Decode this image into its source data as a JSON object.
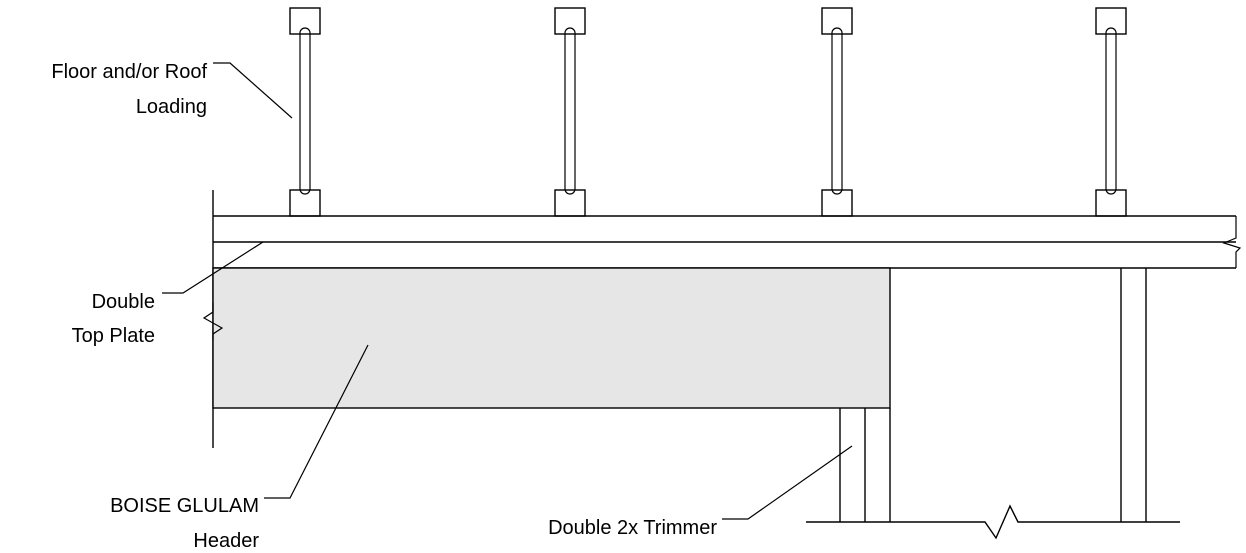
{
  "labels": {
    "loading_line1": "Floor and/or Roof",
    "loading_line2": "Loading",
    "plate_line1": "Double",
    "plate_line2": "Top Plate",
    "header_line1": "BOISE GLULAM",
    "header_line2": "Header",
    "trimmer": "Double 2x Trimmer"
  },
  "colors": {
    "header_fill": "#e6e6e6",
    "stroke": "#000000",
    "background": "#ffffff"
  }
}
